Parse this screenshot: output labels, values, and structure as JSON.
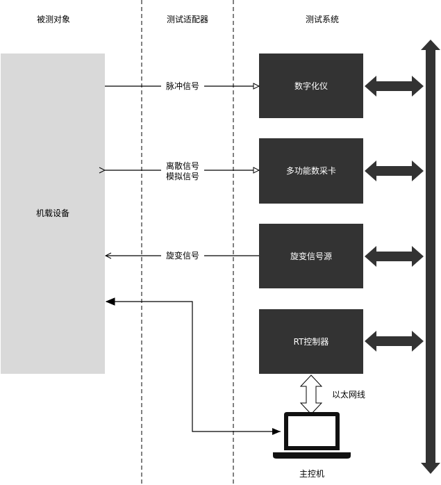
{
  "columns": {
    "object": "被测对象",
    "adapter": "测试适配器",
    "system": "测试系统"
  },
  "equipment": "机载设备",
  "modules": {
    "digital": "数字化仪",
    "multi": "多功能数采卡",
    "resolver": "旋变信号源",
    "rt": "RT控制器"
  },
  "signals": {
    "pulse": "脉冲信号",
    "discrete": "离散信号",
    "analog": "模拟信号",
    "resolver": "旋变信号"
  },
  "ethernet": "以太网线",
  "host": "主控机",
  "colors": {
    "equipment_fill": "#d9d9d9",
    "module_fill": "#333333",
    "line": "#000000"
  }
}
